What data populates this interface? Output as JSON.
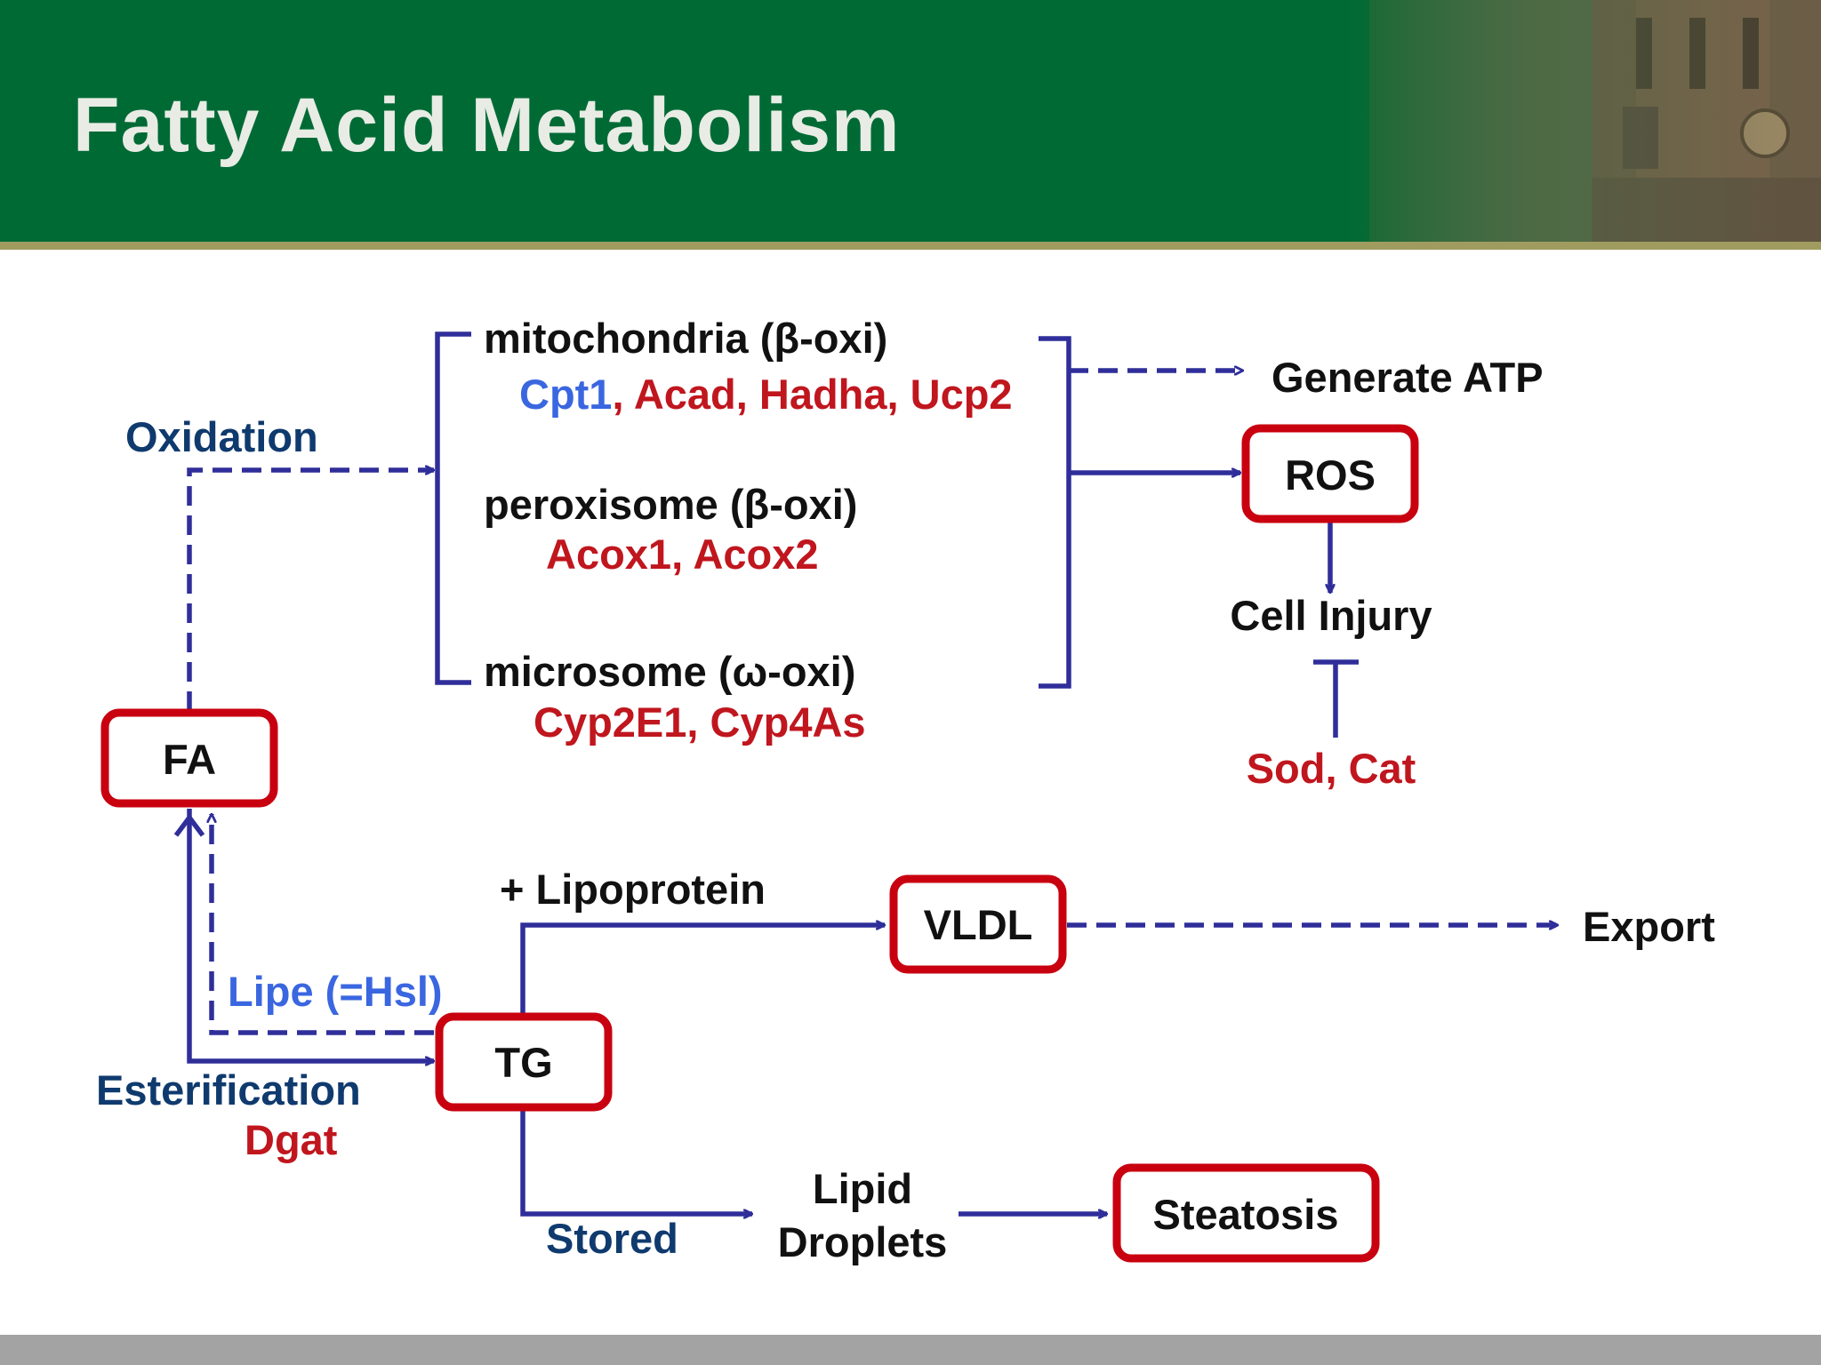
{
  "slide": {
    "title": "Fatty Acid Metabolism"
  },
  "colors": {
    "header_green": "#006a35",
    "header_rule": "#a09c5f",
    "box_border": "#c8000f",
    "arrow": "#2f2e9a",
    "enzyme_red": "#c0161e",
    "process_navy": "#0f3a6e",
    "highlight_blue": "#3a66e0",
    "footer_gray": "#a3a3a3"
  },
  "nodes": {
    "fa": "FA",
    "tg": "TG",
    "vldl": "VLDL",
    "ros": "ROS",
    "steatosis": "Steatosis"
  },
  "oxidation": {
    "label": "Oxidation",
    "mito_title": "mitochondria (β-oxi)",
    "mito_enz_blue": "Cpt1",
    "mito_enz_red": ", Acad, Hadha, Ucp2",
    "perox_title": "peroxisome (β-oxi)",
    "perox_enz": "Acox1, Acox2",
    "micro_title": "microsome (ω-oxi)",
    "micro_enz": "Cyp2E1, Cyp4As"
  },
  "outcomes": {
    "atp": "Generate ATP",
    "cell_injury": "Cell Injury",
    "antioxidants": "Sod, Cat"
  },
  "lipid_flow": {
    "esterification": "Esterification",
    "dgat": "Dgat",
    "lipe": "Lipe (=Hsl)",
    "lipoprotein": "+ Lipoprotein",
    "export": "Export",
    "stored": "Stored",
    "lipid_line1": "Lipid",
    "lipid_line2": "Droplets"
  }
}
